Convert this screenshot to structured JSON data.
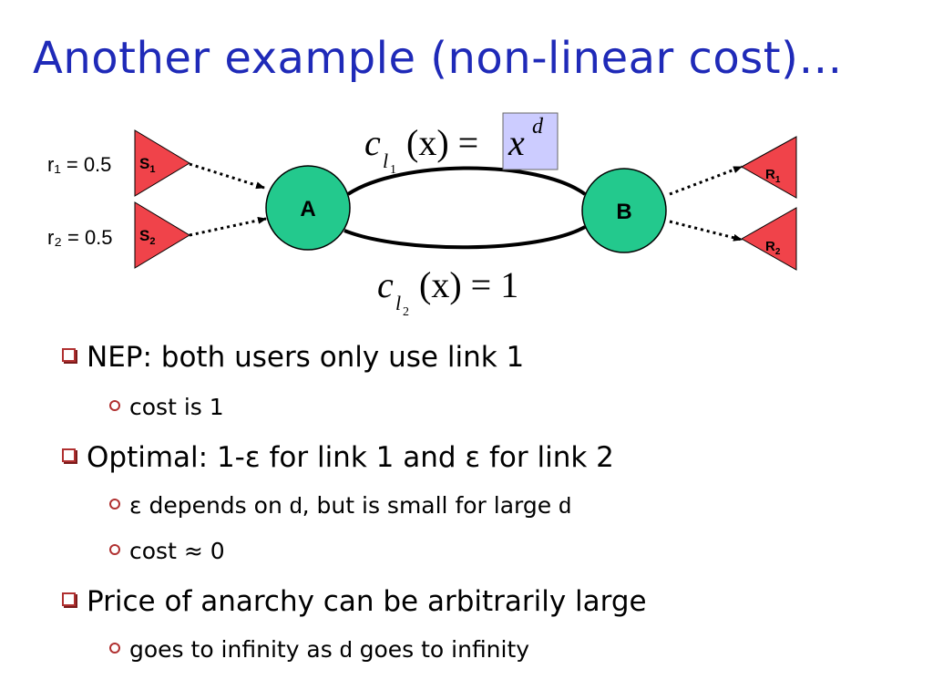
{
  "slide": {
    "title": "Another example (non-linear cost)…"
  },
  "diagram": {
    "rate1": "r₁ = 0.5",
    "rate2": "r₂ = 0.5",
    "source1": {
      "main": "S",
      "sub": "1"
    },
    "source2": {
      "main": "S",
      "sub": "2"
    },
    "node_a": "A",
    "node_b": "B",
    "receiver1": {
      "main": "R",
      "sub": "1"
    },
    "receiver2": {
      "main": "R",
      "sub": "2"
    },
    "cost1": {
      "c": "c",
      "l": "l",
      "sub": "1",
      "args": "(x) =",
      "base": "x",
      "exp": "d"
    },
    "cost2": {
      "c": "c",
      "l": "l",
      "sub": "2",
      "args": "(x) = 1"
    }
  },
  "bullets": [
    {
      "level": 1,
      "text": "NEP: both users only use link 1"
    },
    {
      "level": 2,
      "text": "cost is 1"
    },
    {
      "level": 1,
      "text": "Optimal: 1-ε for link 1 and ε for link 2"
    },
    {
      "level": 2,
      "parts": [
        "ε depends on ",
        "d",
        ", but is small for large ",
        "d"
      ]
    },
    {
      "level": 2,
      "text": "cost ≈ 0"
    },
    {
      "level": 1,
      "text": "Price of anarchy can be arbitrarily large"
    },
    {
      "level": 2,
      "parts": [
        "goes to infinity as ",
        "d",
        " goes to infinity"
      ]
    }
  ],
  "colors": {
    "title": "#1f2ab8",
    "triangle_fill": "#f0434a",
    "node_fill": "#23c98d",
    "highlight_box": "#ccccff",
    "bullet_marker": "#b03030"
  }
}
